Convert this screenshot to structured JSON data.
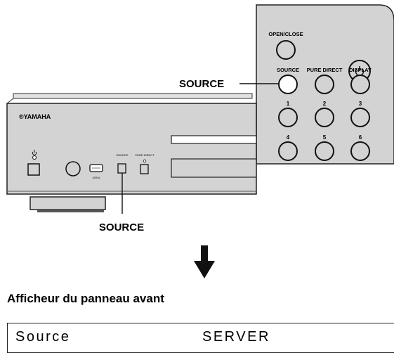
{
  "brand": "®YAMAHA",
  "remote": {
    "buttons": {
      "open_close": "OPEN/CLOSE",
      "source": "SOURCE",
      "pure_direct": "PURE DIRECT",
      "display": "DISPLAY",
      "num_1": "1",
      "num_2": "2",
      "num_3": "3",
      "num_4": "4",
      "num_5": "5",
      "num_6": "6"
    }
  },
  "front_panel": {
    "source_label": "SOURCE",
    "pure_direct_label": "PURE DIRECT",
    "usb_label": "USB·A"
  },
  "callouts": {
    "remote_source": "SOURCE",
    "panel_source": "SOURCE"
  },
  "section_title": "Afficheur du panneau avant",
  "front_display": {
    "label": "Source",
    "value": "SERVER"
  }
}
